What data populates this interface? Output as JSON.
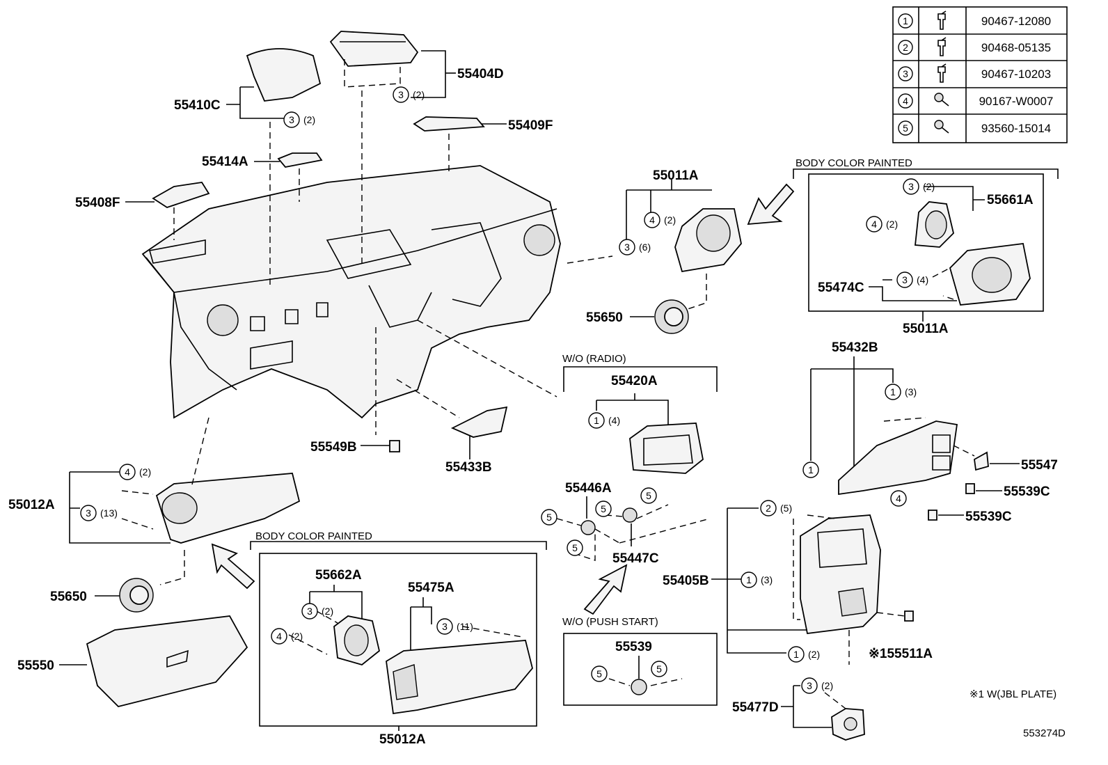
{
  "legend": {
    "rows": [
      {
        "num": "1",
        "icon": "clip-icon",
        "part": "90467-12080"
      },
      {
        "num": "2",
        "icon": "clip-icon",
        "part": "90468-05135"
      },
      {
        "num": "3",
        "icon": "clip-icon",
        "part": "90467-10203"
      },
      {
        "num": "4",
        "icon": "screw-icon",
        "part": "90167-W0007"
      },
      {
        "num": "5",
        "icon": "screw-icon",
        "part": "93560-15014"
      }
    ]
  },
  "parts": {
    "p55410C": "55410C",
    "p55404D": "55404D",
    "p55409F": "55409F",
    "p55414A": "55414A",
    "p55408F": "55408F",
    "p55011A_top": "55011A",
    "p55661A": "55661A",
    "p55474C": "55474C",
    "p55011A_box": "55011A",
    "p55650_top": "55650",
    "p55420A": "55420A",
    "p55432B": "55432B",
    "p55547": "55547",
    "p55539C_a": "55539C",
    "p55539C_b": "55539C",
    "p55549B": "55549B",
    "p55433B": "55433B",
    "p55012A_main": "55012A",
    "p55446A": "55446A",
    "p55447C": "55447C",
    "p55405B": "55405B",
    "p55650_bottom": "55650",
    "p55662A": "55662A",
    "p55475A": "55475A",
    "p55550": "55550",
    "p55539": "55539",
    "p55511A": "※155511A",
    "p55477D": "55477D",
    "p55012A_box": "55012A"
  },
  "captions": {
    "body_color_top": "BODY COLOR PAINTED",
    "body_color_bottom": "BODY COLOR PAINTED",
    "wo_radio": "W/O (RADIO)",
    "wo_push_start": "W/O (PUSH  START)",
    "note_jbl": "※1 W(JBL PLATE)",
    "diagram_id": "553274D"
  },
  "callouts": [
    {
      "num": "3",
      "qty": "(2)"
    },
    {
      "num": "3",
      "qty": "(2)"
    },
    {
      "num": "4",
      "qty": "(2)"
    },
    {
      "num": "3",
      "qty": "(6)"
    },
    {
      "num": "3",
      "qty": "(2)"
    },
    {
      "num": "4",
      "qty": "(2)"
    },
    {
      "num": "3",
      "qty": "(4)"
    },
    {
      "num": "1",
      "qty": "(4)"
    },
    {
      "num": "1",
      "qty": "(3)"
    },
    {
      "num": "1",
      "qty": ""
    },
    {
      "num": "4",
      "qty": ""
    },
    {
      "num": "4",
      "qty": "(2)"
    },
    {
      "num": "3",
      "qty": "(13)"
    },
    {
      "num": "5",
      "qty": ""
    },
    {
      "num": "5",
      "qty": ""
    },
    {
      "num": "5",
      "qty": ""
    },
    {
      "num": "5",
      "qty": ""
    },
    {
      "num": "2",
      "qty": "(5)"
    },
    {
      "num": "1",
      "qty": "(3)"
    },
    {
      "num": "1",
      "qty": "(2)"
    },
    {
      "num": "3",
      "qty": "(2)"
    },
    {
      "num": "4",
      "qty": "(2)"
    },
    {
      "num": "3",
      "qty": "(11)"
    },
    {
      "num": "5",
      "qty": ""
    },
    {
      "num": "5",
      "qty": ""
    },
    {
      "num": "3",
      "qty": "(2)"
    }
  ]
}
